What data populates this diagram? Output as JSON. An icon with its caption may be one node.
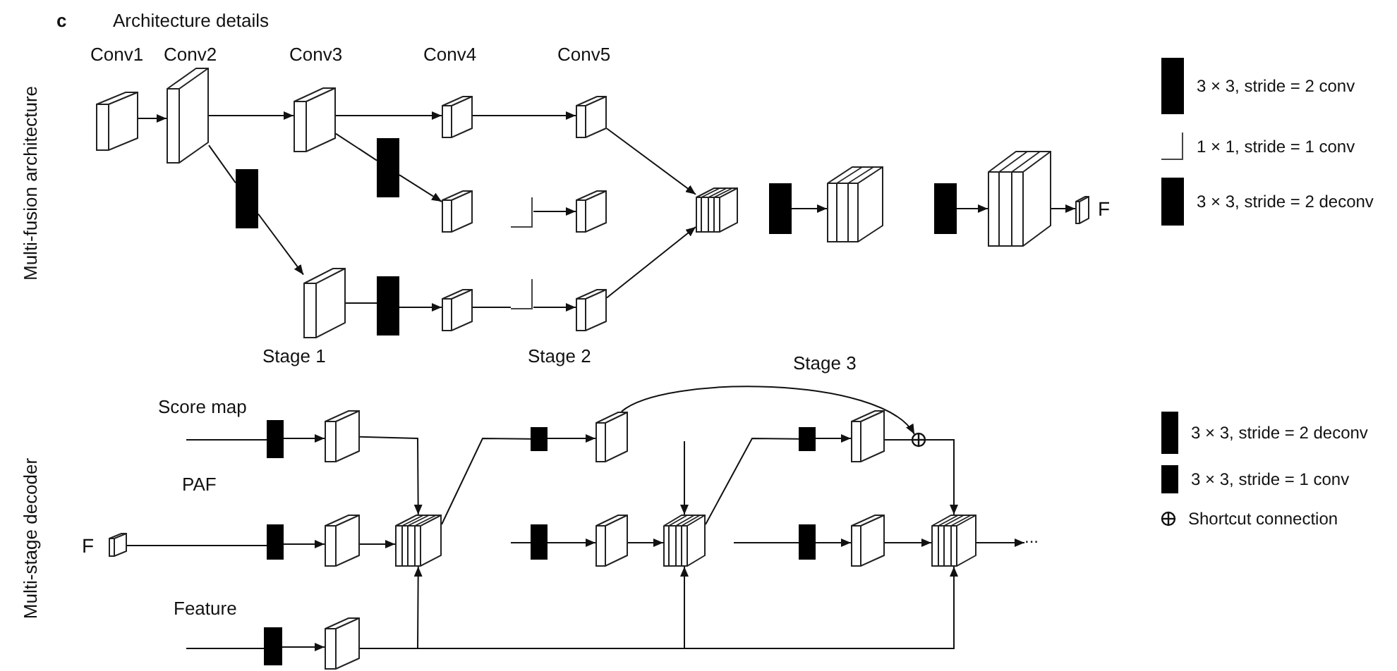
{
  "diagram": {
    "title": "Architecture details",
    "nodes": [
      {
        "text": [
          "Conv1"
        ]
      },
      {
        "text": [
          "Conv2"
        ]
      },
      {
        "text": [
          "Conv3"
        ]
      },
      {
        "text": [
          "Conv4"
        ]
      },
      {
        "text": [
          "Conv5"
        ]
      },
      {
        "text": [],
        "shape": "bar"
      },
      {
        "text": [],
        "shape": "bar"
      },
      {
        "text": [],
        "shape": "box"
      },
      {
        "text": [],
        "shape": "bracket"
      },
      {
        "text": [],
        "shape": "box"
      },
      {
        "text": [],
        "shape": "box"
      },
      {
        "text": [],
        "shape": "bar"
      },
      {
        "text": [],
        "shape": "box"
      },
      {
        "text": [],
        "shape": "bracket"
      },
      {
        "text": [],
        "shape": "box"
      },
      {
        "text": [],
        "shape": "box"
      },
      {
        "text": [],
        "shape": "bar"
      },
      {
        "text": [],
        "shape": "box"
      },
      {
        "text": [],
        "shape": "bar"
      },
      {
        "text": [],
        "shape": "box"
      },
      {
        "text": [],
        "shape": "box",
        "beside": [
          "F"
        ]
      },
      {
        "text": [],
        "shape": "bar"
      },
      {
        "text": [],
        "shape": "box"
      },
      {
        "text": [],
        "shape": "box",
        "beside": [
          "F"
        ]
      },
      {
        "text": [],
        "shape": "bar"
      },
      {
        "text": [],
        "shape": "box"
      },
      {
        "text": [],
        "shape": "bar"
      },
      {
        "text": [],
        "shape": "box"
      },
      {
        "text": [],
        "shape": "box"
      },
      {
        "text": [],
        "shape": "bar"
      },
      {
        "text": [],
        "shape": "box"
      },
      {
        "text": [],
        "shape": "bar"
      },
      {
        "text": [],
        "shape": "box"
      },
      {
        "text": [],
        "shape": "box"
      },
      {
        "text": [],
        "shape": "bar"
      },
      {
        "text": [],
        "shape": "box"
      },
      {
        "text": [],
        "shape": "circle"
      },
      {
        "text": [],
        "shape": "bar"
      },
      {
        "text": [],
        "shape": "box"
      },
      {
        "text": [],
        "shape": "box"
      },
      {
        "text": [
          "..."
        ]
      }
    ],
    "edges": [
      {
        "from": 0,
        "to": 1,
        "arrow": "to"
      },
      {
        "from": 1,
        "to": 2,
        "arrow": "to"
      },
      {
        "from": 2,
        "to": 3,
        "arrow": "to"
      },
      {
        "from": 3,
        "to": 4,
        "arrow": "to"
      },
      {
        "from": 4,
        "to": 15,
        "arrow": "to"
      },
      {
        "from": 1,
        "to": 5,
        "arrow": "none"
      },
      {
        "from": 5,
        "to": 10,
        "arrow": "to"
      },
      {
        "from": 2,
        "to": 6,
        "arrow": "none"
      },
      {
        "from": 6,
        "to": 7,
        "arrow": "to"
      },
      {
        "from": 8,
        "to": 9,
        "arrow": "to"
      },
      {
        "from": 10,
        "to": 11,
        "arrow": "none"
      },
      {
        "from": 11,
        "to": 12,
        "arrow": "to"
      },
      {
        "from": 12,
        "to": 13,
        "arrow": "none"
      },
      {
        "from": 13,
        "to": 14,
        "arrow": "to"
      },
      {
        "from": 14,
        "to": 15,
        "arrow": "to"
      },
      {
        "from": 16,
        "to": 17,
        "arrow": "to"
      },
      {
        "from": 18,
        "to": 19,
        "arrow": "to"
      },
      {
        "from": 19,
        "to": 20,
        "arrow": "to"
      },
      {
        "from": null,
        "to": 21,
        "arrow": "none",
        "label": "Score map"
      },
      {
        "from": 21,
        "to": 22,
        "arrow": "to"
      },
      {
        "from": 22,
        "to": 28,
        "arrow": "to"
      },
      {
        "from": 23,
        "to": 24,
        "arrow": "none",
        "label": "PAF"
      },
      {
        "from": 24,
        "to": 25,
        "arrow": "to"
      },
      {
        "from": 25,
        "to": 28,
        "arrow": "to"
      },
      {
        "from": null,
        "to": 26,
        "arrow": "none",
        "label": "Feature"
      },
      {
        "from": 26,
        "to": 27,
        "arrow": "to"
      },
      {
        "from": 27,
        "to": 28,
        "arrow": "to"
      },
      {
        "from": 27,
        "to": 33,
        "arrow": "to"
      },
      {
        "from": 27,
        "to": 39,
        "arrow": "to"
      },
      {
        "from": 28,
        "to": 29,
        "arrow": "none"
      },
      {
        "from": 29,
        "to": 30,
        "arrow": "to"
      },
      {
        "from": 30,
        "to": 36,
        "arrow": "to"
      },
      {
        "from": null,
        "to": 31,
        "arrow": "none"
      },
      {
        "from": 31,
        "to": 32,
        "arrow": "to"
      },
      {
        "from": 32,
        "to": 33,
        "arrow": "to"
      },
      {
        "from": null,
        "to": 33,
        "arrow": "to"
      },
      {
        "from": 33,
        "to": 34,
        "arrow": "none"
      },
      {
        "from": 34,
        "to": 35,
        "arrow": "to"
      },
      {
        "from": 35,
        "to": 36,
        "arrow": "none"
      },
      {
        "from": 36,
        "to": 39,
        "arrow": "to"
      },
      {
        "from": null,
        "to": 37,
        "arrow": "none"
      },
      {
        "from": 37,
        "to": 38,
        "arrow": "to"
      },
      {
        "from": 38,
        "to": 39,
        "arrow": "to"
      },
      {
        "from": 39,
        "to": 40,
        "arrow": "to"
      }
    ],
    "labels": [
      "c",
      "Multi-fusion architecture",
      "Stage 1",
      "Stage 2",
      "Stage 3",
      "Multi-stage decoder"
    ],
    "legend": [
      {
        "text": "3 × 3, stride = 2 conv"
      },
      {
        "text": "1 × 1, stride = 1 conv"
      },
      {
        "text": "3 × 3, stride = 2 deconv"
      },
      {
        "text": "3 × 3, stride = 2 deconv"
      },
      {
        "text": "3 × 3, stride = 1 conv"
      },
      {
        "text": "Shortcut connection"
      }
    ]
  }
}
